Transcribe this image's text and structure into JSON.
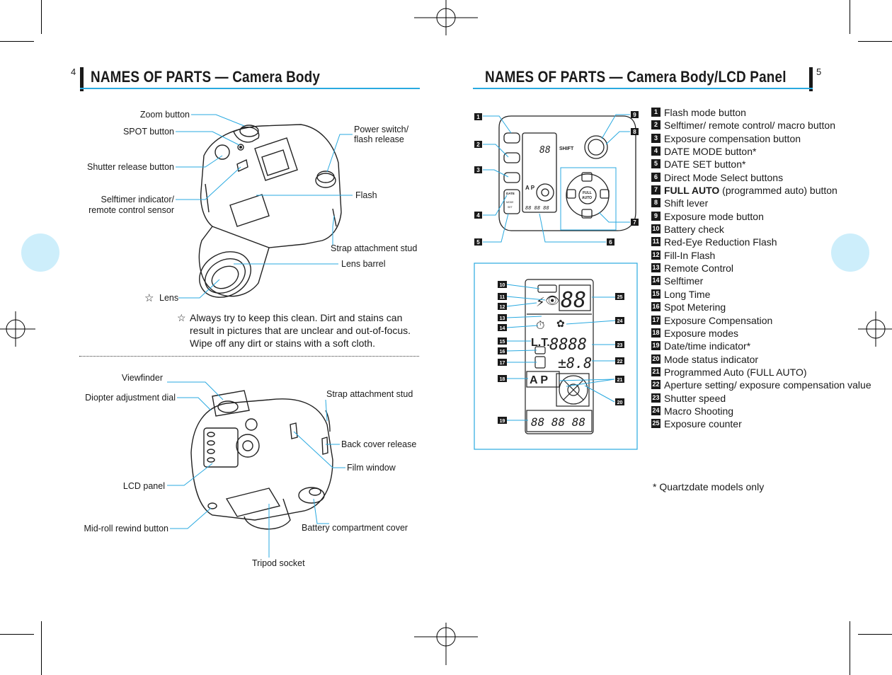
{
  "left_page": {
    "page_number": "4",
    "title": "NAMES OF PARTS — Camera Body",
    "front_labels": {
      "zoom_button": "Zoom button",
      "spot_button": "SPOT button",
      "shutter_release_button": "Shutter release button",
      "selftimer_line1": "Selftimer indicator/",
      "selftimer_line2": "remote control sensor",
      "power_line1": "Power switch/",
      "power_line2": "flash release",
      "flash": "Flash",
      "strap_stud": "Strap attachment stud",
      "lens_barrel": "Lens barrel",
      "lens": "Lens"
    },
    "note": {
      "symbol": "☆",
      "text": "Always try to keep this clean. Dirt and stains can result in pictures that are unclear and out-of-focus. Wipe off any dirt or stains with a soft cloth."
    },
    "back_labels": {
      "viewfinder": "Viewfinder",
      "diopter": "Diopter adjustment dial",
      "lcd_panel": "LCD panel",
      "mid_roll": "Mid-roll rewind button",
      "strap_stud": "Strap attachment stud",
      "back_cover": "Back cover release",
      "film_window": "Film window",
      "battery_cover": "Battery compartment cover",
      "tripod": "Tripod socket"
    }
  },
  "right_page": {
    "page_number": "5",
    "title": "NAMES OF PARTS — Camera Body/LCD Panel",
    "panel_text": {
      "shift": "SHIFT",
      "full": "FULL",
      "auto": "AUTO",
      "date": "DATE",
      "mode": "MODE",
      "set": "SET",
      "ap": "A P",
      "lt": "L.T.",
      "counter": "88",
      "shutter": "8888",
      "aperture": "±8.8",
      "datetime": "88 88 88"
    },
    "legend": [
      {
        "n": "1",
        "text": "Flash mode button"
      },
      {
        "n": "2",
        "text": "Selftimer/ remote control/ macro button"
      },
      {
        "n": "3",
        "text": "Exposure compensation button"
      },
      {
        "n": "4",
        "text": "DATE MODE button*"
      },
      {
        "n": "5",
        "text": "DATE SET button*"
      },
      {
        "n": "6",
        "text": "Direct Mode Select buttons"
      },
      {
        "n": "7",
        "bold": "FULL AUTO",
        "text": " (programmed auto) button"
      },
      {
        "n": "8",
        "text": "Shift lever"
      },
      {
        "n": "9",
        "text": "Exposure mode button"
      },
      {
        "n": "10",
        "text": "Battery check"
      },
      {
        "n": "11",
        "text": "Red-Eye Reduction Flash"
      },
      {
        "n": "12",
        "text": "Fill-In Flash"
      },
      {
        "n": "13",
        "text": "Remote Control"
      },
      {
        "n": "14",
        "text": "Selftimer"
      },
      {
        "n": "15",
        "text": "Long Time"
      },
      {
        "n": "16",
        "text": "Spot Metering"
      },
      {
        "n": "17",
        "text": "Exposure Compensation"
      },
      {
        "n": "18",
        "text": "Exposure modes"
      },
      {
        "n": "19",
        "text": "Date/time indicator*"
      },
      {
        "n": "20",
        "text": "Mode status indicator"
      },
      {
        "n": "21",
        "text": "Programmed Auto (FULL AUTO)"
      },
      {
        "n": "22",
        "text": "Aperture setting/ exposure compensation value"
      },
      {
        "n": "23",
        "text": "Shutter speed"
      },
      {
        "n": "24",
        "text": "Macro Shooting"
      },
      {
        "n": "25",
        "text": "Exposure counter"
      }
    ],
    "footnote": "* Quartzdate models only"
  },
  "colors": {
    "accent": "#29a9e0",
    "tab": "#cdeefb",
    "ink": "#1a1a1a"
  }
}
